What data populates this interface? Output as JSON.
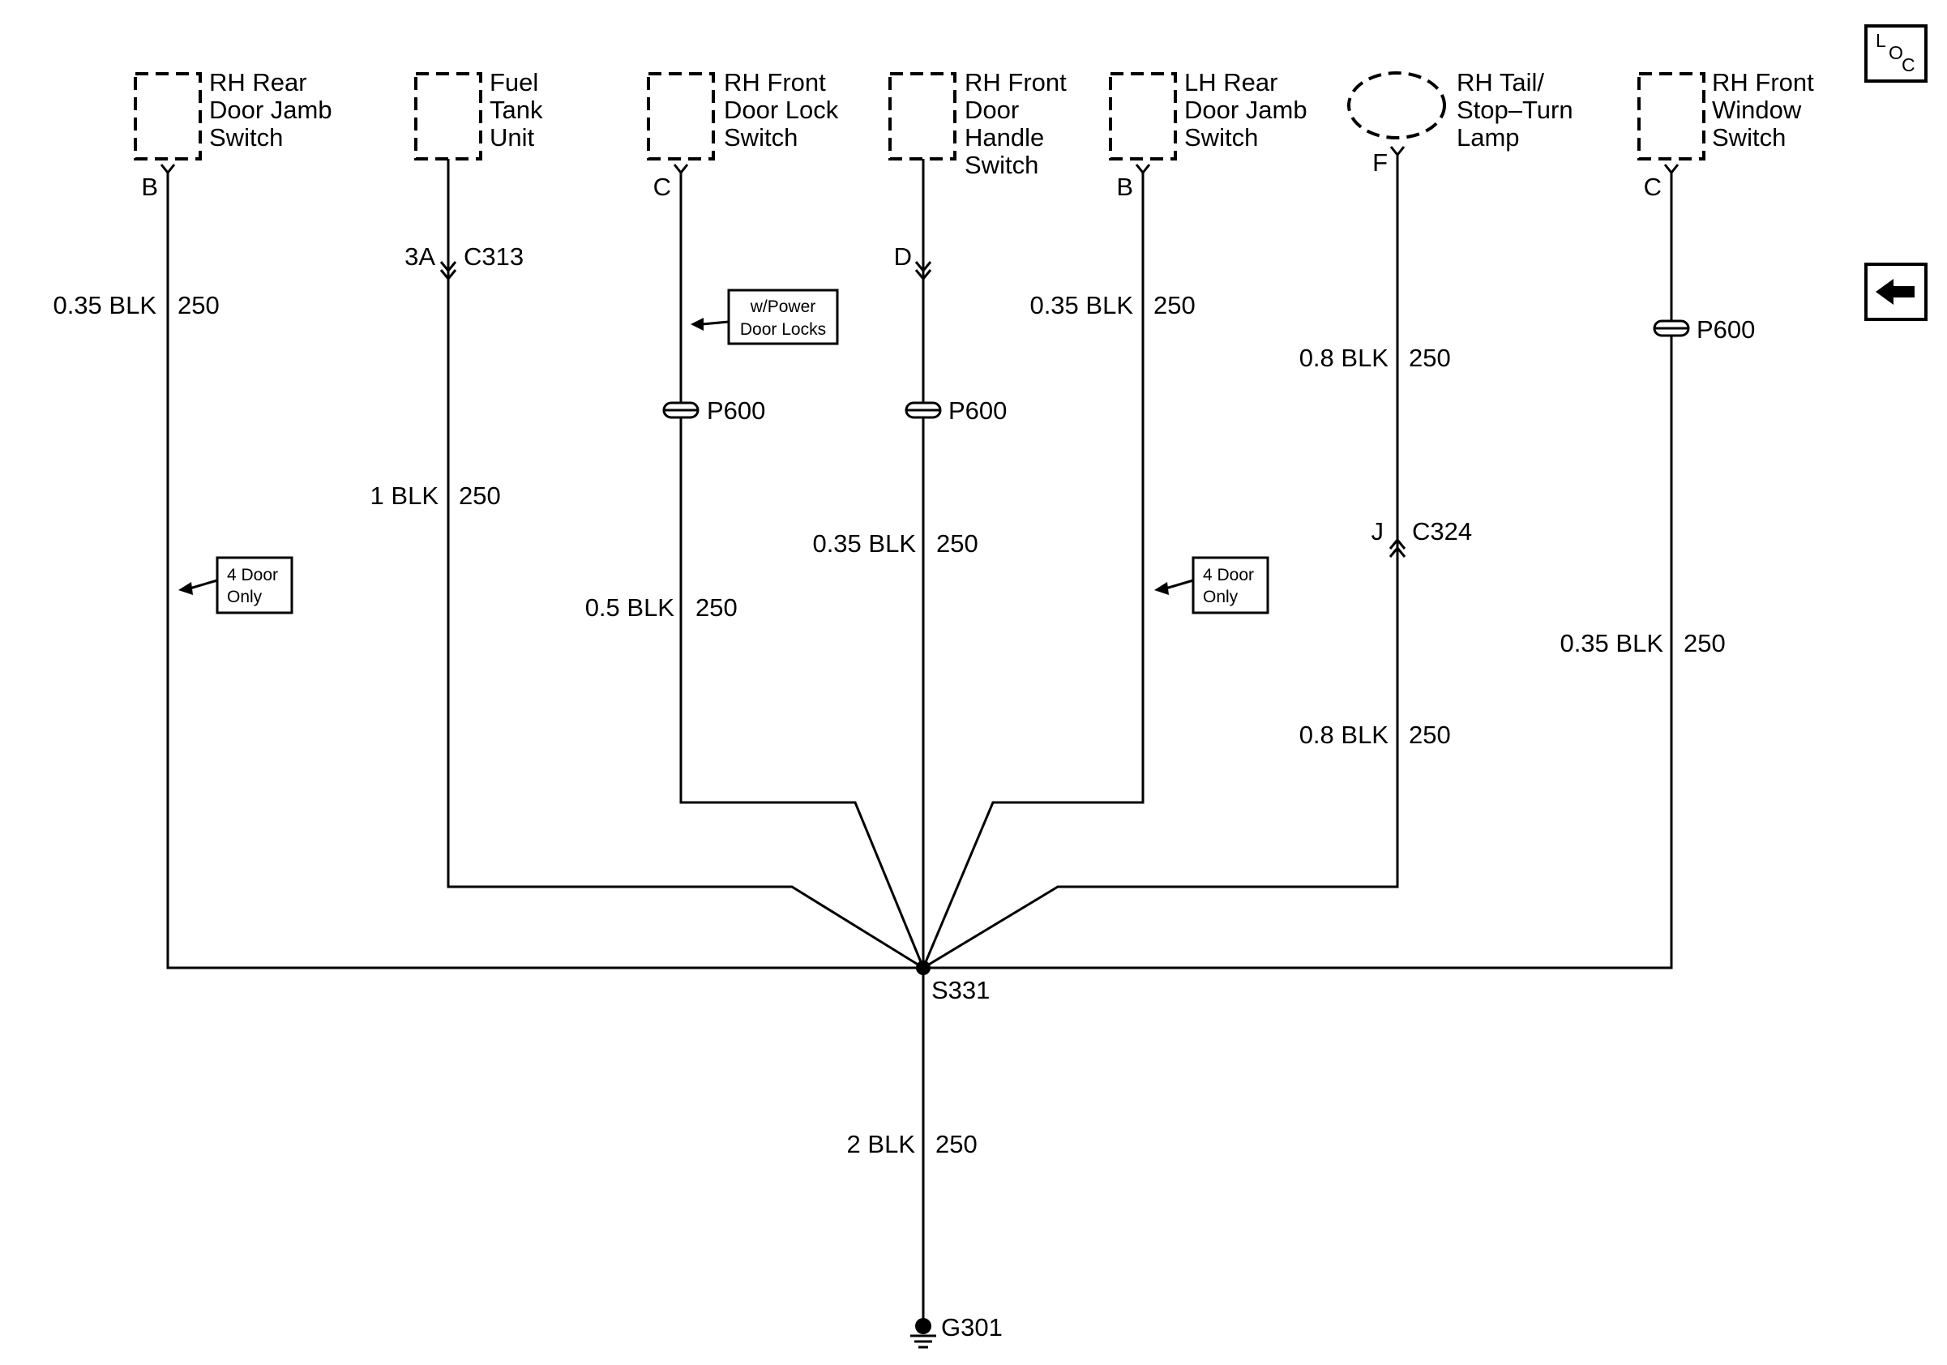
{
  "components": [
    {
      "id": "rh-rear-door-jamb-switch",
      "lines": [
        "RH Rear",
        "Door Jamb",
        "Switch"
      ],
      "pin": "B"
    },
    {
      "id": "fuel-tank-unit",
      "lines": [
        "Fuel",
        "Tank",
        "Unit"
      ],
      "pin": ""
    },
    {
      "id": "rh-front-door-lock-switch",
      "lines": [
        "RH Front",
        "Door Lock",
        "Switch"
      ],
      "pin": "C"
    },
    {
      "id": "rh-front-door-handle-switch",
      "lines": [
        "RH Front",
        "Door",
        "Handle",
        "Switch"
      ],
      "pin": ""
    },
    {
      "id": "lh-rear-door-jamb-switch",
      "lines": [
        "LH Rear",
        "Door Jamb",
        "Switch"
      ],
      "pin": "B"
    },
    {
      "id": "rh-tail-stop-turn-lamp",
      "lines": [
        "RH Tail/",
        "Stop–Turn",
        "Lamp"
      ],
      "pin": "F"
    },
    {
      "id": "rh-front-window-switch",
      "lines": [
        "RH Front",
        "Window",
        "Switch"
      ],
      "pin": "C"
    }
  ],
  "wire_labels": [
    {
      "gauge": "0.35 BLK",
      "circuit": "250"
    },
    {
      "gauge": "1 BLK",
      "circuit": "250"
    },
    {
      "gauge": "0.5 BLK",
      "circuit": "250"
    },
    {
      "gauge": "0.35 BLK",
      "circuit": "250"
    },
    {
      "gauge": "0.35 BLK",
      "circuit": "250"
    },
    {
      "gauge": "0.8 BLK",
      "circuit": "250"
    },
    {
      "gauge": "0.8 BLK",
      "circuit": "250"
    },
    {
      "gauge": "0.35 BLK",
      "circuit": "250"
    },
    {
      "gauge": "2 BLK",
      "circuit": "250"
    }
  ],
  "connectors": [
    {
      "pin": "3A",
      "name": "C313"
    },
    {
      "pin": "D",
      "name": ""
    },
    {
      "pin": "J",
      "name": "C324"
    }
  ],
  "inline_connectors": [
    "P600",
    "P600",
    "P600"
  ],
  "notes": [
    {
      "lines": [
        "w/Power",
        "Door Locks"
      ]
    },
    {
      "lines": [
        "4 Door",
        "Only"
      ]
    },
    {
      "lines": [
        "4 Door",
        "Only"
      ]
    }
  ],
  "splice": "S331",
  "ground": "G301",
  "nav": {
    "loc_letters": [
      "L",
      "O",
      "C"
    ],
    "back_icon": "left-arrow-icon"
  }
}
